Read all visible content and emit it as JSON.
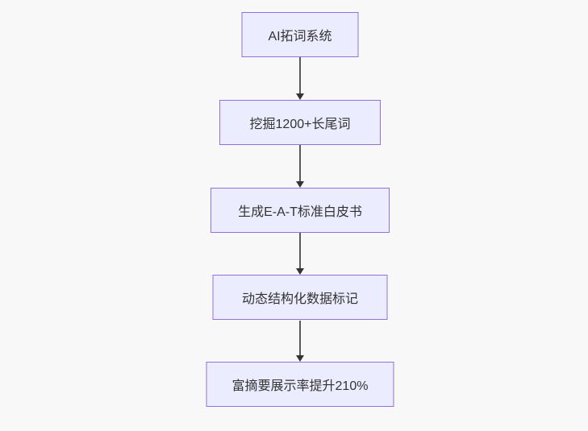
{
  "flowchart": {
    "type": "flowchart",
    "direction": "top-down",
    "colors": {
      "background": "#f8f8f8",
      "node_fill": "#ECECFF",
      "node_border": "#9370DB",
      "node_text": "#333333",
      "edge_line": "#5a5a5a",
      "arrowhead": "#333333"
    },
    "nodes": [
      {
        "id": "step-1",
        "label": "AI拓词系统"
      },
      {
        "id": "step-2",
        "label": "挖掘1200+长尾词"
      },
      {
        "id": "step-3",
        "label": "生成E-A-T标准白皮书"
      },
      {
        "id": "step-4",
        "label": "动态结构化数据标记"
      },
      {
        "id": "step-5",
        "label": "富摘要展示率提升210%"
      }
    ],
    "edges": [
      {
        "from": "step-1",
        "to": "step-2",
        "style": "arrow-down"
      },
      {
        "from": "step-2",
        "to": "step-3",
        "style": "arrow-down"
      },
      {
        "from": "step-3",
        "to": "step-4",
        "style": "arrow-down"
      },
      {
        "from": "step-4",
        "to": "step-5",
        "style": "arrow-down"
      }
    ]
  }
}
